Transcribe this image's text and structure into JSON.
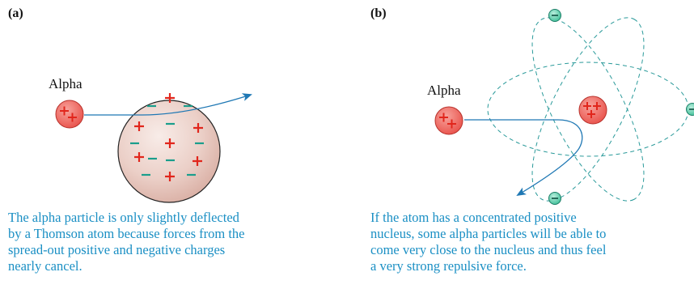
{
  "panel_a": {
    "label": "(a)",
    "particle_label": "Alpha",
    "caption_lines": [
      "The alpha particle is only slightly deflected",
      "by a Thomson atom because forces from the",
      "spread-out positive and negative charges",
      "nearly cancel."
    ]
  },
  "panel_b": {
    "label": "(b)",
    "particle_label": "Alpha",
    "caption_lines": [
      "If the atom has a concentrated positive",
      "nucleus, some alpha particles will be able to",
      "come very close to the nucleus and thus feel",
      "a very strong repulsive force."
    ]
  },
  "colors": {
    "caption_text": "#1a8fc4",
    "trajectory": "#1f78b4",
    "positive_charge": "#e1261c",
    "negative_charge": "#1a9e8c",
    "alpha_fill": "#ef6f68",
    "atom_fill": "#e8c9c0",
    "electron_fill": "#55c8a8",
    "orbit": "#2a9a9a"
  },
  "icons": {
    "alpha_particle": "red-circle-with-plus-signs",
    "electron": "green-circle-with-minus-sign",
    "nucleus": "red-circle-with-plus-signs"
  }
}
